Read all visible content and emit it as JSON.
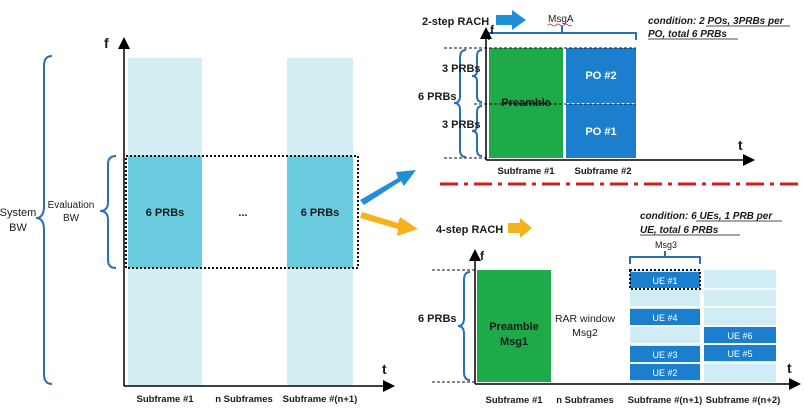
{
  "left_panel": {
    "system_bw": [
      "System",
      "BW"
    ],
    "evaluation_bw": [
      "Evaluation",
      "BW"
    ],
    "axis_f": "f",
    "axis_t": "t",
    "block_label_1": "6 PRBs",
    "block_ellipsis": "...",
    "block_label_2": "6 PRBs",
    "x_labels": [
      "Subframe #1",
      "n Subframes",
      "Subframe #(n+1)"
    ]
  },
  "two_step": {
    "title": "2-step RACH",
    "msga": "MsgA",
    "condition": [
      "condition: 2 POs, 3PRBs per",
      "PO, total 6 PRBs"
    ],
    "axis_f": "f",
    "axis_t": "t",
    "prb_total": "6 PRBs",
    "prb_upper": "3 PRBs",
    "prb_lower": "3 PRBs",
    "preamble": "Preamble",
    "po2": "PO #2",
    "po1": "PO #1",
    "x_labels": [
      "Subframe #1",
      "Subframe #2"
    ]
  },
  "four_step": {
    "title": "4-step RACH",
    "condition": [
      "condition: 6 UEs, 1 PRB per",
      "UE, total 6 PRBs"
    ],
    "msg3": "Msg3",
    "axis_f": "f",
    "axis_t": "t",
    "prb_total": "6 PRBs",
    "preamble": [
      "Preamble",
      "Msg1"
    ],
    "rar": [
      "RAR window",
      "Msg2"
    ],
    "ue_col1": [
      "UE #1",
      "UE #4",
      "UE #3",
      "UE #2"
    ],
    "ue_col2": [
      "UE #6",
      "UE #5"
    ],
    "x_labels": [
      "Subframe #1",
      "n Subframes",
      "Subframe #(n+1)",
      "Subframe #(n+2)"
    ]
  },
  "colors": {
    "light_cyan": "#d4eef4",
    "mid_cyan": "#6cccdf",
    "green": "#1faa4a",
    "blue": "#1b7fce",
    "pale_blue": "#d0ecf4",
    "brace_blue": "#2a6fb6",
    "arrow_blue": "#1e90d6",
    "arrow_orange": "#f6b21a",
    "divider_red": "#cc1f1f"
  }
}
